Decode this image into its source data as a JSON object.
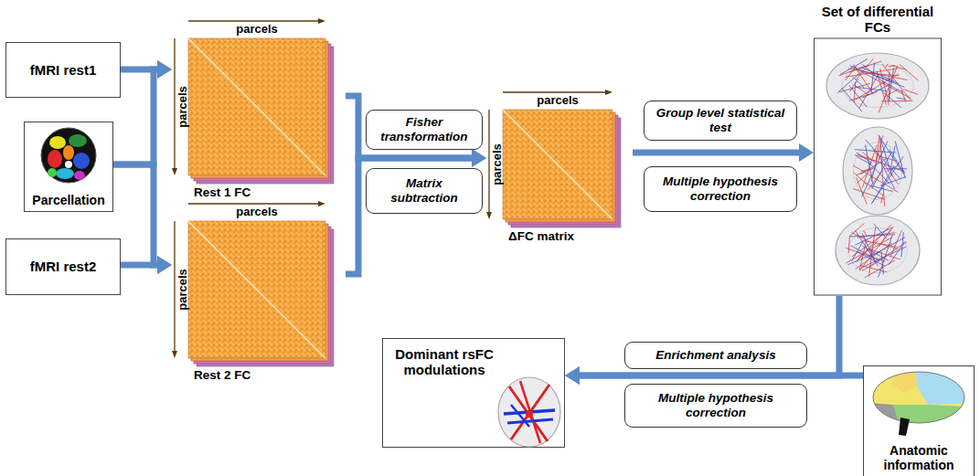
{
  "diagram": {
    "nodes": [
      {
        "text": [
          "fMRI rest1"
        ]
      },
      {
        "text": [
          "Parcellation"
        ]
      },
      {
        "text": [
          "fMRI rest2"
        ]
      },
      {
        "text": [
          "parcels",
          "parcels",
          "Rest 1 FC"
        ]
      },
      {
        "text": [
          "parcels",
          "parcels",
          "Rest 2 FC"
        ]
      },
      {
        "text": [
          "Fisher transformation"
        ]
      },
      {
        "text": [
          "Matrix subtraction"
        ]
      },
      {
        "text": [
          "parcels",
          "parcels",
          "ΔFC matrix"
        ]
      },
      {
        "text": [
          "Group level statistical test"
        ]
      },
      {
        "text": [
          "Multiple hypothesis correction"
        ]
      },
      {
        "text": [
          "Set of differential FCs"
        ]
      },
      {
        "text": [
          "Anatomic information"
        ]
      },
      {
        "text": [
          "Enrichment analysis"
        ]
      },
      {
        "text": [
          "Multiple hypothesis correction"
        ]
      },
      {
        "text": [
          "Dominant rsFC modulations"
        ]
      }
    ],
    "edges": [
      {
        "from": 0,
        "to": 3,
        "arrow": "to"
      },
      {
        "from": 1,
        "to": 3,
        "arrow": "to"
      },
      {
        "from": 1,
        "to": 4,
        "arrow": "to"
      },
      {
        "from": 2,
        "to": 4,
        "arrow": "to"
      },
      {
        "from": 3,
        "to": 7,
        "arrow": "to"
      },
      {
        "from": 4,
        "to": 7,
        "arrow": "to"
      },
      {
        "from": 7,
        "to": 10,
        "arrow": "to"
      },
      {
        "from": 10,
        "to": 14,
        "arrow": "to"
      },
      {
        "from": 11,
        "to": 14,
        "arrow": "to"
      }
    ]
  }
}
